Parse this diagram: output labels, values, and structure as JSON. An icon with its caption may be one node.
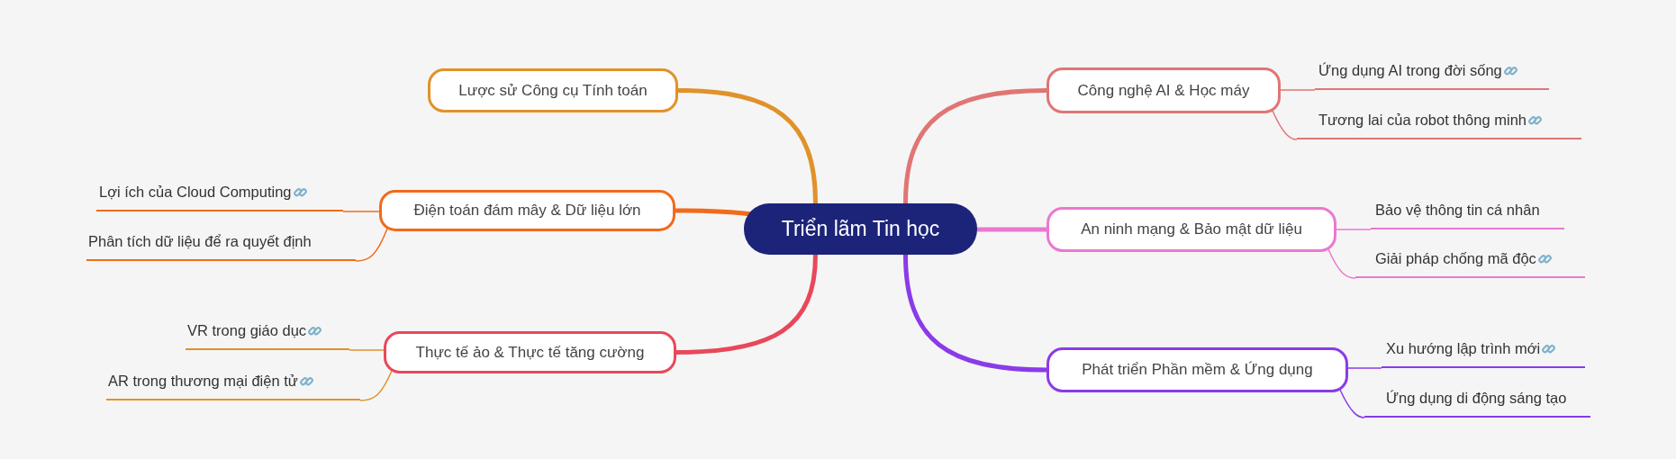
{
  "diagram": {
    "nodes": [
      {
        "text": [
          "Triển lãm Tin học"
        ]
      },
      {
        "text": [
          "Lược sử Công cụ Tính toán"
        ]
      },
      {
        "text": [
          "Điện toán đám mây & Dữ liệu lớn"
        ]
      },
      {
        "text": [
          "Lợi ích của Cloud Computing"
        ]
      },
      {
        "text": [
          "Phân tích dữ liệu để ra quyết định"
        ]
      },
      {
        "text": [
          "Thực tế ảo & Thực tế tăng cường"
        ]
      },
      {
        "text": [
          "VR trong giáo dục"
        ]
      },
      {
        "text": [
          "AR trong thương mại điện tử"
        ]
      },
      {
        "text": [
          "Công nghệ AI & Học máy"
        ]
      },
      {
        "text": [
          "Ứng dụng AI trong đời sống"
        ]
      },
      {
        "text": [
          "Tương lai của robot thông minh"
        ]
      },
      {
        "text": [
          "An ninh mạng & Bảo mật dữ liệu"
        ]
      },
      {
        "text": [
          "Bảo vệ thông tin cá nhân"
        ]
      },
      {
        "text": [
          "Giải pháp chống mã độc"
        ]
      },
      {
        "text": [
          "Phát triển Phần mềm & Ứng dụng"
        ]
      },
      {
        "text": [
          "Xu hướng lập trình mới"
        ]
      },
      {
        "text": [
          "Ứng dụng di động sáng tạo"
        ]
      }
    ],
    "edges": [
      {
        "from": 0,
        "to": 1,
        "arrow": "none",
        "style": "thick",
        "color": "#e0922a"
      },
      {
        "from": 0,
        "to": 2,
        "arrow": "none",
        "style": "thick",
        "color": "#f26a1b"
      },
      {
        "from": 0,
        "to": 5,
        "arrow": "none",
        "style": "thick",
        "color": "#e8485a"
      },
      {
        "from": 0,
        "to": 8,
        "arrow": "none",
        "style": "thick",
        "color": "#e07575"
      },
      {
        "from": 0,
        "to": 11,
        "arrow": "none",
        "style": "thick",
        "color": "#ea78d0"
      },
      {
        "from": 0,
        "to": 14,
        "arrow": "none",
        "style": "thick",
        "color": "#8a3be8"
      },
      {
        "from": 2,
        "to": 3,
        "arrow": "none",
        "color": "#f26a1b"
      },
      {
        "from": 2,
        "to": 4,
        "arrow": "none",
        "color": "#f26a1b"
      },
      {
        "from": 5,
        "to": 6,
        "arrow": "none",
        "color": "#e0922a"
      },
      {
        "from": 5,
        "to": 7,
        "arrow": "none",
        "color": "#e0922a"
      },
      {
        "from": 8,
        "to": 9,
        "arrow": "none",
        "color": "#e07575"
      },
      {
        "from": 8,
        "to": 10,
        "arrow": "none",
        "color": "#e07575"
      },
      {
        "from": 11,
        "to": 12,
        "arrow": "none",
        "color": "#ea78d0"
      },
      {
        "from": 11,
        "to": 13,
        "arrow": "none",
        "color": "#ea78d0"
      },
      {
        "from": 14,
        "to": 15,
        "arrow": "none",
        "color": "#8a3be8"
      },
      {
        "from": 14,
        "to": 16,
        "arrow": "none",
        "color": "#8a3be8"
      }
    ]
  }
}
